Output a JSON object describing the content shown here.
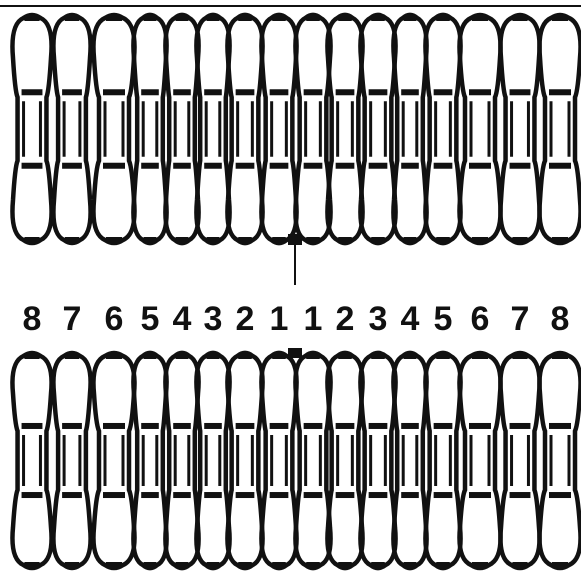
{
  "colors": {
    "ink": "#111111",
    "background": "#ffffff"
  },
  "chart": {
    "upper_row": [
      "8",
      "7",
      "6",
      "5",
      "4",
      "3",
      "2",
      "1",
      "1",
      "2",
      "3",
      "4",
      "5",
      "6",
      "7",
      "8"
    ],
    "lower_row": [
      "8",
      "7",
      "6",
      "5",
      "4",
      "3",
      "2",
      "1",
      "1",
      "2",
      "3",
      "4",
      "5",
      "6",
      "7",
      "8"
    ],
    "tooth_numbers": [
      "8",
      "7",
      "6",
      "5",
      "4",
      "3",
      "2",
      "1",
      "1",
      "2",
      "3",
      "4",
      "5",
      "6",
      "7",
      "8"
    ]
  }
}
